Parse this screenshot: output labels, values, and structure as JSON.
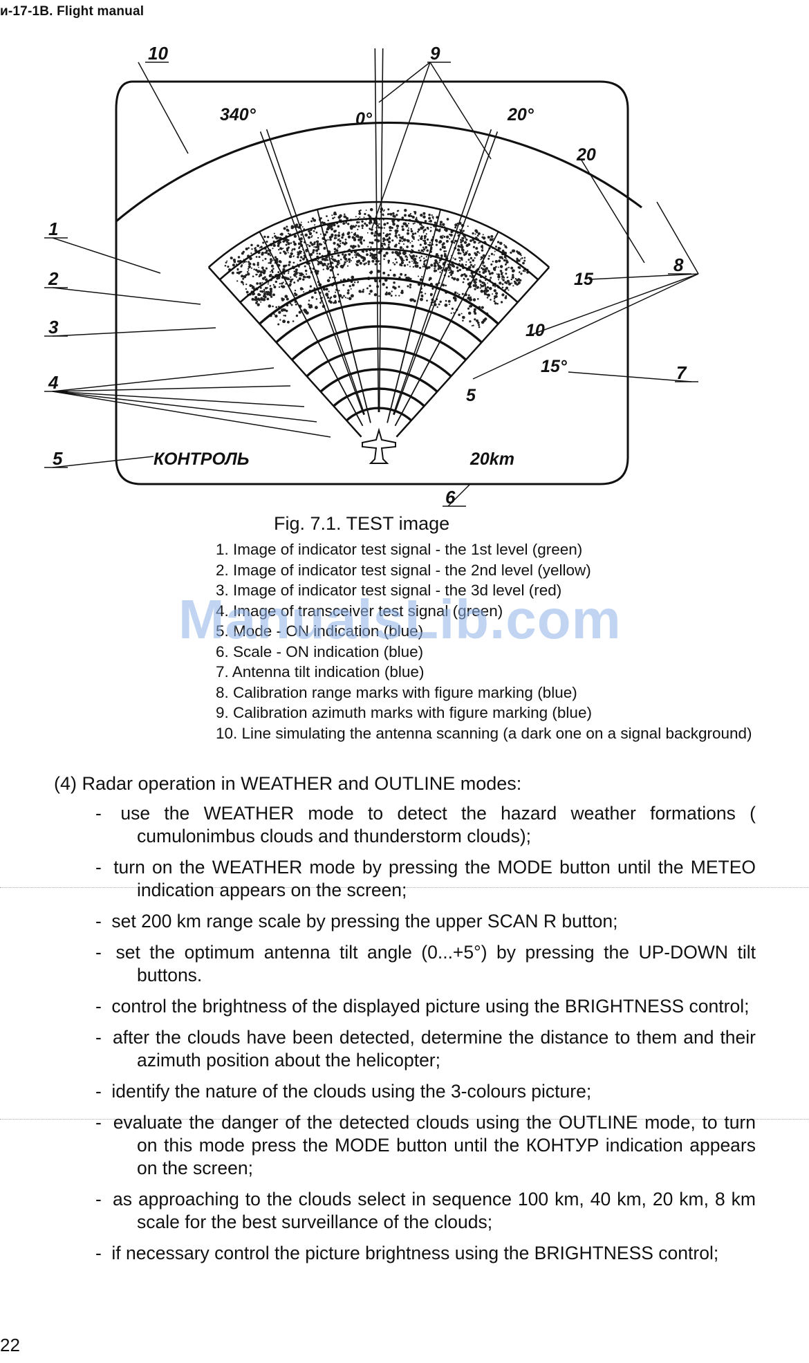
{
  "header": "и-17-1В. Flight manual",
  "figure": {
    "azimuth_labels": [
      "340°",
      "0°",
      "20°"
    ],
    "range_labels": [
      "20",
      "15",
      "10",
      "5"
    ],
    "tilt_label": "15°",
    "mode_label": "КОНТРОЛЬ",
    "scale_label": "20km",
    "callouts": [
      "1",
      "2",
      "3",
      "4",
      "5",
      "6",
      "7",
      "8",
      "9",
      "10"
    ]
  },
  "caption": "Fig. 7.1. TEST image",
  "legend": [
    "1. Image of indicator test signal - the 1st level (green)",
    "2. Image of indicator test signal - the 2nd level (yellow)",
    "3. Image of indicator test signal - the 3d level (red)",
    "4. Image of transceiver test signal (green)",
    "5. Mode - ON indication (blue)",
    "6. Scale - ON indication (blue)",
    "7. Antenna tilt indication (blue)",
    "8. Calibration range marks with figure marking (blue)",
    "9. Calibration azimuth marks with figure marking (blue)",
    "10. Line simulating the antenna scanning (a dark one on a signal background)"
  ],
  "section_title": "(4) Radar operation in WEATHER and OUTLINE modes:",
  "bullets": [
    "use the WEATHER mode to detect the hazard weather formations ( cumulonimbus clouds and thunderstorm clouds);",
    "turn on the WEATHER mode by pressing the MODE button until the METEO indication appears on the screen;",
    "set 200 km range scale by pressing the upper SCAN R button;",
    "set the optimum antenna tilt angle (0...+5°) by pressing the UP-DOWN tilt buttons.",
    "control the brightness of the displayed picture using the BRIGHTNESS control;",
    "after the clouds have been detected, determine the distance to them and their azimuth position about the helicopter;",
    "identify the nature of the clouds using the 3-colours picture;",
    "evaluate the danger of the detected clouds using the OUTLINE mode, to turn on this mode press the MODE button until the КОНТУР indication appears on the screen;",
    "as approaching to the clouds select in sequence 100 km, 40 km, 20 km, 8 km scale for the best surveillance of the clouds;",
    "if necessary control the picture brightness using the BRIGHTNESS control;"
  ],
  "watermark": "ManualsLib.com",
  "page_number": "22"
}
